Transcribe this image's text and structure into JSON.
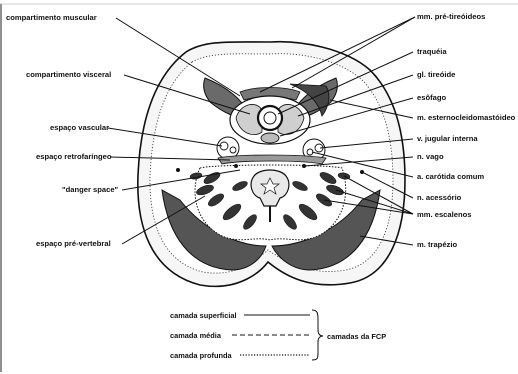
{
  "labels_left": [
    "compartimento muscular",
    "compartimento visceral",
    "espaço vascular",
    "espaço retrofaríngeo",
    "\"danger space\"",
    "espaço pré-vertebral"
  ],
  "labels_right": [
    "mm. pré-tireóideos",
    "traquéia",
    "gl. tireóide",
    "esôfago",
    "m. esternocleidomastóideo",
    "v. jugular interna",
    "n. vago",
    "a. carótida comum",
    "n. acessório",
    "mm. escalenos",
    "m. trapézio"
  ],
  "legend": {
    "items": [
      "camada superficial",
      "camada média",
      "camada profunda"
    ],
    "group_label": "camadas da FCP"
  }
}
